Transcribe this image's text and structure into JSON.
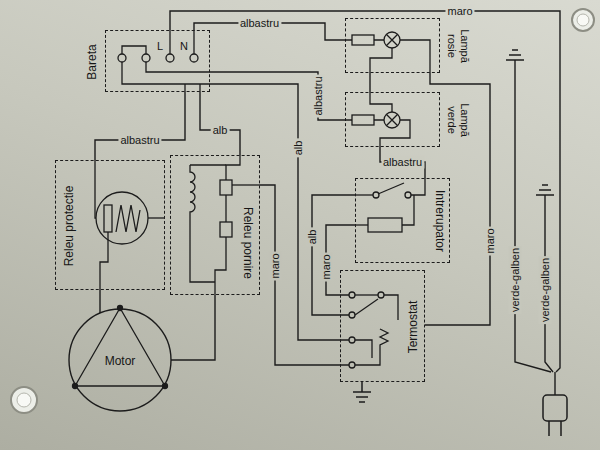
{
  "diagram": {
    "nodes": [
      {
        "text": [
          "Bareta"
        ]
      },
      {
        "text": [
          "Releu protectie"
        ]
      },
      {
        "text": [
          "Releu pornire"
        ]
      },
      {
        "text": [
          "Motor"
        ]
      },
      {
        "text": [
          "Lampă rosie"
        ]
      },
      {
        "text": [
          "Lampă verde"
        ]
      },
      {
        "text": [
          "Intrerupator"
        ]
      },
      {
        "text": [
          "Termostat"
        ]
      }
    ],
    "edges": [
      {
        "from": 0,
        "to": 4,
        "arrow": "none",
        "label": "albastru"
      },
      {
        "from": 0,
        "to": 5,
        "arrow": "none",
        "label": "albastru"
      },
      {
        "from": 0,
        "to": 7,
        "arrow": "none",
        "label": "alb"
      },
      {
        "from": 0,
        "to": 1,
        "arrow": "none",
        "label": "albastru"
      },
      {
        "from": 0,
        "to": 2,
        "arrow": "none",
        "label": "alb"
      },
      {
        "from": 1,
        "to": 3,
        "arrow": "none"
      },
      {
        "from": 2,
        "to": 3,
        "arrow": "none"
      },
      {
        "from": 2,
        "to": 7,
        "arrow": "none",
        "label": "maro"
      },
      {
        "from": 5,
        "to": 6,
        "arrow": "none",
        "label": "albastru"
      },
      {
        "from": 6,
        "to": 7,
        "arrow": "none",
        "label": "alb"
      },
      {
        "from": 6,
        "to": 7,
        "arrow": "none",
        "label": "maro"
      },
      {
        "from": 4,
        "to": 7,
        "arrow": "none",
        "label": "maro"
      },
      {
        "from": 4,
        "to": 5,
        "arrow": "none"
      }
    ],
    "labels": [
      "L",
      "N",
      "maro",
      "verde-galben",
      "verde-galben"
    ]
  }
}
